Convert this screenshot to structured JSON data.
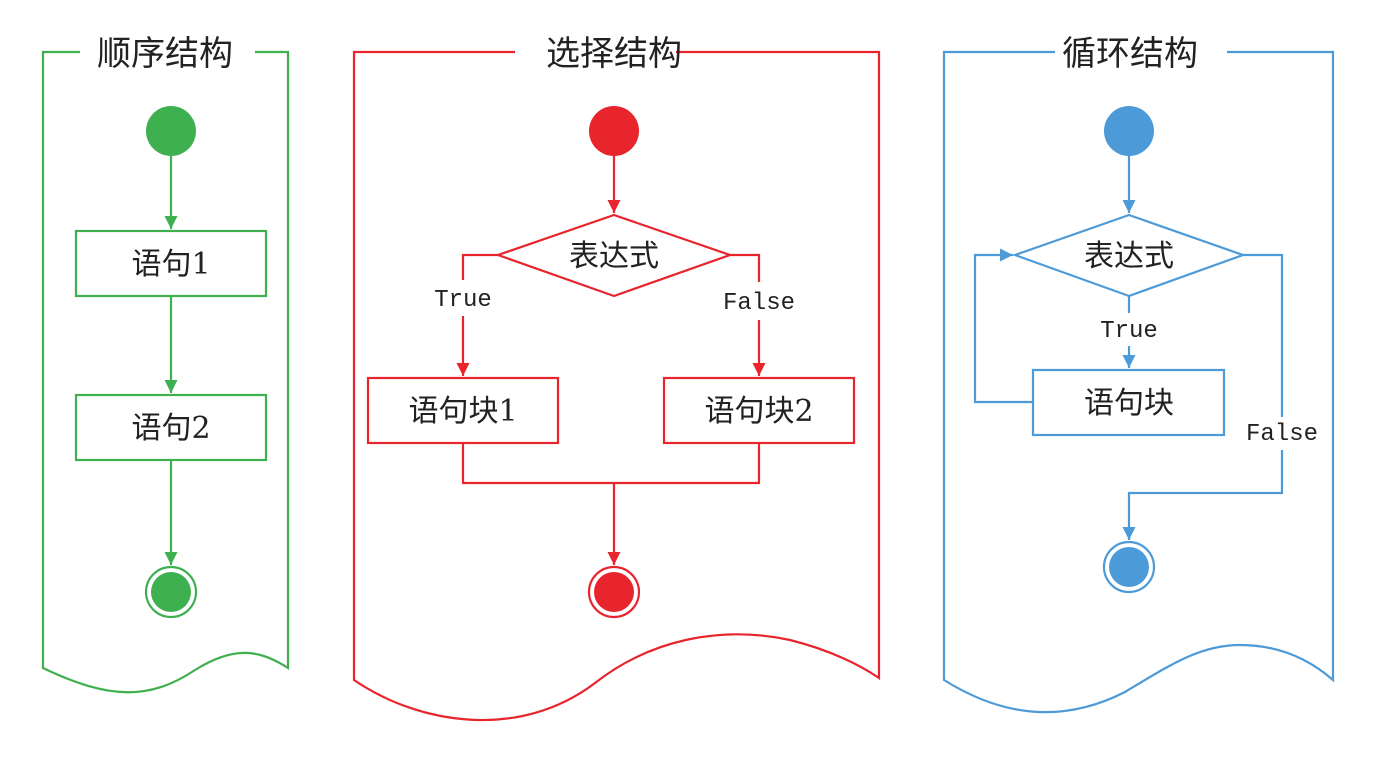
{
  "colors": {
    "sequence": "#3fb050",
    "selection": "#e8242c",
    "loop": "#4d9ad8"
  },
  "panels": {
    "sequence": {
      "title": "顺序结构",
      "statement1": "语句1",
      "statement2": "语句2"
    },
    "selection": {
      "title": "选择结构",
      "condition": "表达式",
      "true_label": "True",
      "false_label": "False",
      "block1": "语句块1",
      "block2": "语句块2"
    },
    "loop": {
      "title": "循环结构",
      "condition": "表达式",
      "true_label": "True",
      "false_label": "False",
      "block": "语句块"
    }
  }
}
